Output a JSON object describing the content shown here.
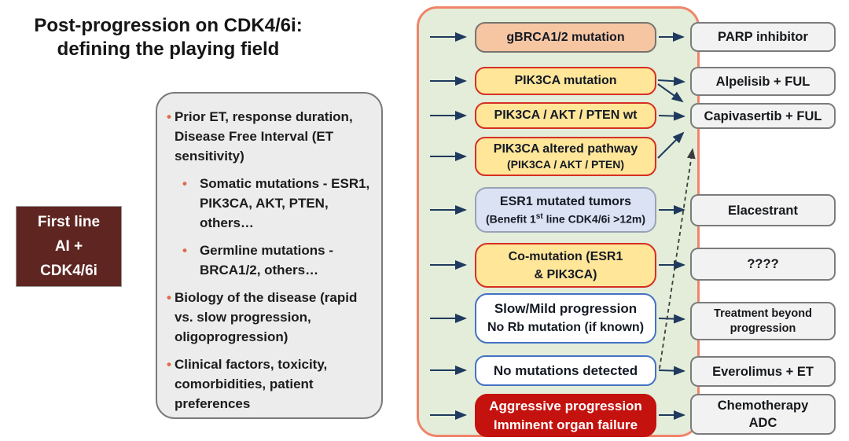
{
  "slide": {
    "title_line1": "Post-progression on CDK4/6i:",
    "title_line2": "defining the playing field"
  },
  "first_line_box": {
    "lines": [
      "First line",
      "AI +",
      "CDK4/6i"
    ]
  },
  "considerations": {
    "bullets": [
      {
        "text": "Prior ET, response duration, Disease Free Interval (ET sensitivity)"
      },
      {
        "text": "Somatic mutations - ESR1, PIK3CA, AKT, PTEN, others…"
      },
      {
        "text": "Germline mutations - BRCA1/2, others…"
      },
      {
        "text": "Biology of the disease (rapid vs. slow progression, oligoprogression)"
      },
      {
        "text": "Clinical factors, toxicity, comorbidities, patient preferences"
      }
    ],
    "bullet_glyph": "•"
  },
  "flow": {
    "rows": [
      {
        "source": {
          "lines": [
            "gBRCA1/2 mutation"
          ]
        },
        "target": {
          "lines": [
            "PARP inhibitor"
          ]
        }
      },
      {
        "source": {
          "lines": [
            "PIK3CA mutation"
          ]
        },
        "target": {
          "lines": [
            "Alpelisib + FUL"
          ]
        }
      },
      {
        "source": {
          "lines": [
            "PIK3CA / AKT / PTEN wt"
          ]
        },
        "target": {
          "lines": [
            "Capivasertib + FUL"
          ]
        }
      },
      {
        "source": {
          "lines": [
            "PIK3CA altered pathway",
            "(PIK3CA / AKT / PTEN)"
          ]
        }
      },
      {
        "source": {
          "lines": [
            "ESR1 mutated tumors"
          ],
          "sub": {
            "prefix": "(Benefit 1",
            "sup": "st",
            "suffix": " line CDK4/6i >12m)"
          }
        },
        "target": {
          "lines": [
            "Elacestrant"
          ]
        }
      },
      {
        "source": {
          "lines": [
            "Co-mutation (ESR1",
            "& PIK3CA)"
          ]
        },
        "target": {
          "lines": [
            "????"
          ]
        }
      },
      {
        "source": {
          "lines": [
            "Slow/Mild progression",
            "No Rb mutation (if known)"
          ]
        },
        "target": {
          "lines": [
            "Treatment beyond",
            "progression"
          ]
        }
      },
      {
        "source": {
          "lines": [
            "No mutations detected"
          ]
        },
        "target": {
          "lines": [
            "Everolimus + ET"
          ]
        }
      },
      {
        "source": {
          "lines": [
            "Aggressive progression",
            "Imminent organ failure"
          ]
        },
        "target": {
          "lines": [
            "Chemotherapy",
            "ADC"
          ]
        }
      }
    ]
  },
  "colors": {
    "first_line_box_bg": "#5e2521",
    "panel_bg": "#e3edd9",
    "panel_border": "#f0846a",
    "node_peach_bg": "#f6c6a3",
    "node_yellow_bg": "#ffe699",
    "node_yellow_border": "#d62f23",
    "node_blue_bg": "#dae2f3",
    "node_white_border": "#4472c4",
    "node_red_bg": "#c4120e",
    "treatment_bg": "#f2f2f2",
    "arrow": "#1f3a5e",
    "bullet": "#e0694a"
  }
}
